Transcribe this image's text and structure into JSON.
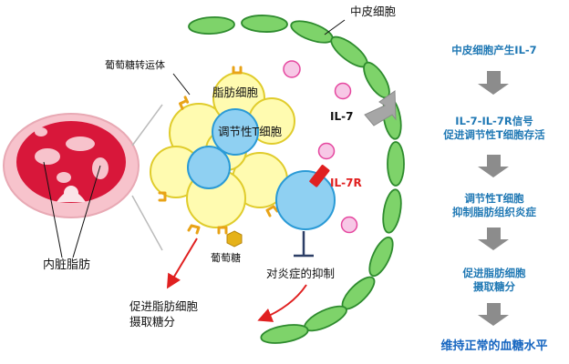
{
  "labels": {
    "mesothelial": "中皮细胞",
    "glucose_transporter": "葡萄糖转运体",
    "adipocyte": "脂肪细胞",
    "treg": "调节性T细胞",
    "il7": "IL-7",
    "il7r": "IL-7R",
    "visceral_fat": "内脏脂肪",
    "glucose": "葡萄糖",
    "inflammation_suppression": "对炎症的抑制",
    "promote_uptake_1": "促进脂肪细胞",
    "promote_uptake_2": "摄取糖分"
  },
  "flow_steps": [
    {
      "lines": [
        "中皮细胞产生IL-7"
      ]
    },
    {
      "lines": [
        "IL-7-IL-7R信号",
        "促进调节性T细胞存活"
      ]
    },
    {
      "lines": [
        "调节性T细胞",
        "抑制脂肪组织炎症"
      ]
    },
    {
      "lines": [
        "促进脂肪细胞",
        "摄取糖分"
      ]
    },
    {
      "lines": [
        "维持正常的血糖水平"
      ]
    }
  ],
  "colors": {
    "mesothelial_fill": "#7ed36a",
    "mesothelial_stroke": "#2e8b2e",
    "adipocyte_fill": "#fffbb0",
    "adipocyte_stroke": "#e0cc2c",
    "treg_fill": "#8fd0f2",
    "treg_stroke": "#2a9ad6",
    "il7_fill": "#f7c8e6",
    "il7_stroke": "#e5479f",
    "receptor": "#e02020",
    "arrow_red": "#e02020",
    "flow_text": "#1f78b4",
    "final_text": "#1565c0",
    "flow_arrow": "#8c8c8c",
    "fat_red": "#d8173a",
    "fat_pink": "#f7c3cc"
  }
}
